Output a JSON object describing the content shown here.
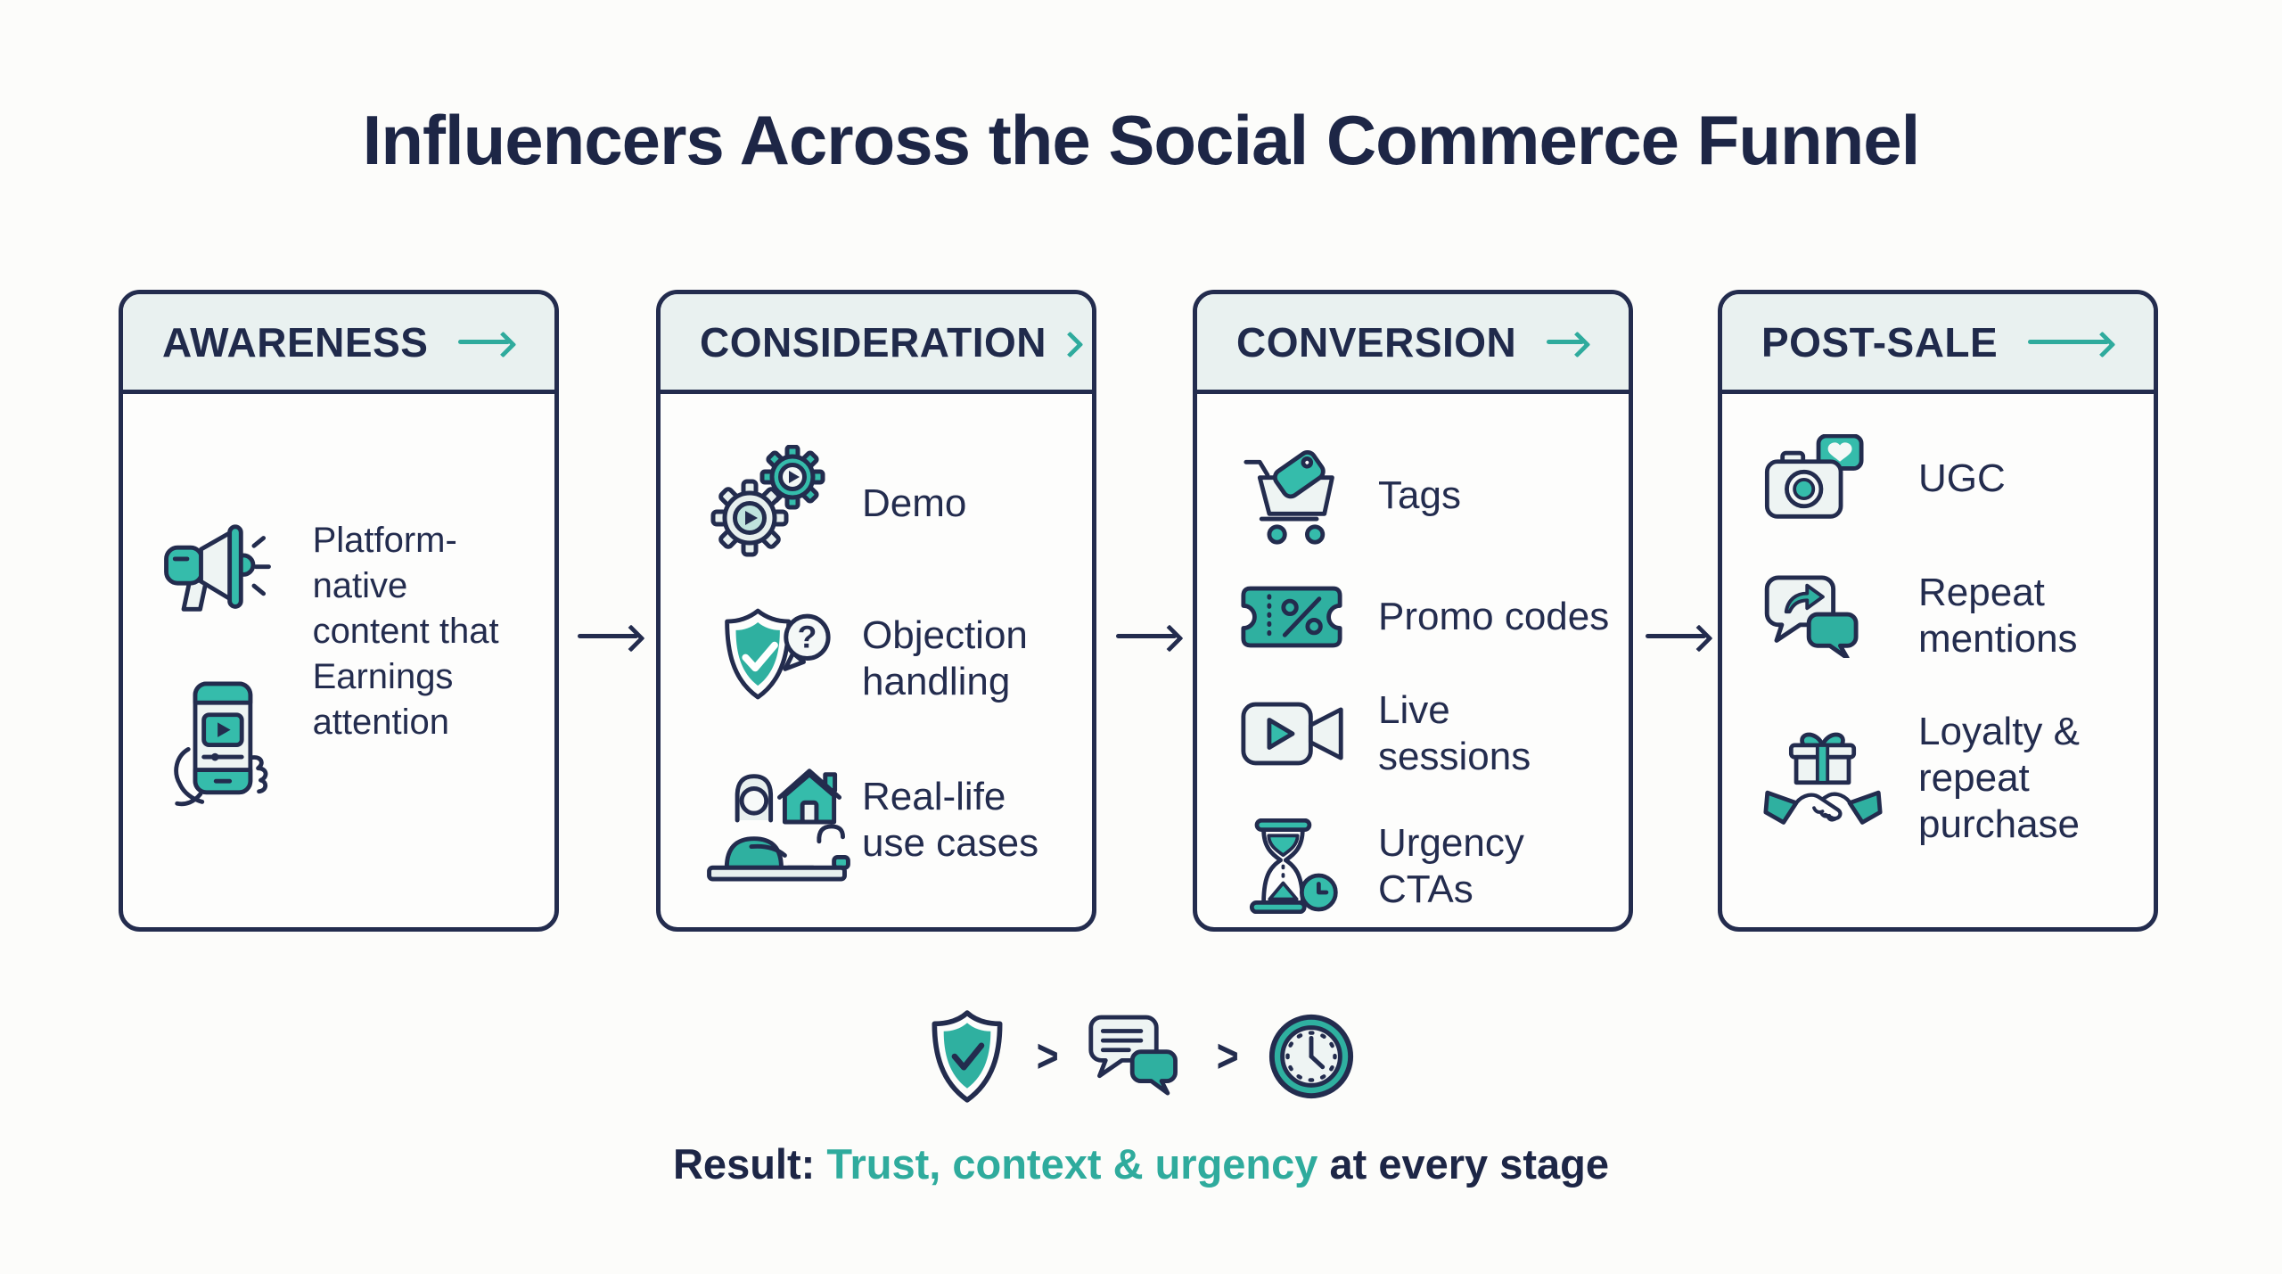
{
  "title": "Influencers Across the Social Commerce Funnel",
  "stages": [
    {
      "label": "AWARENESS",
      "text": "Platform-native content that Earnings attention",
      "items": [
        {
          "icon": "megaphone-icon"
        },
        {
          "icon": "phone-video-icon"
        }
      ]
    },
    {
      "label": "CONSIDERATION",
      "items": [
        {
          "icon": "gears-demo-icon",
          "label": "Demo"
        },
        {
          "icon": "shield-question-icon",
          "label": "Objection handling"
        },
        {
          "icon": "person-house-icon",
          "label": "Real-life use cases"
        }
      ]
    },
    {
      "label": "CONVERSION",
      "items": [
        {
          "icon": "cart-tag-icon",
          "label": "Tags"
        },
        {
          "icon": "ticket-percent-icon",
          "label": "Promo codes"
        },
        {
          "icon": "video-camera-icon",
          "label": "Live sessions"
        },
        {
          "icon": "hourglass-clock-icon",
          "label": "Urgency CTAs"
        }
      ]
    },
    {
      "label": "POST-SALE",
      "items": [
        {
          "icon": "camera-heart-icon",
          "label": "UGC"
        },
        {
          "icon": "chat-share-icon",
          "label": "Repeat mentions"
        },
        {
          "icon": "gift-handshake-icon",
          "label": "Loyalty & repeat purchase"
        }
      ]
    }
  ],
  "footer": {
    "flow_icons": [
      "shield-check-icon",
      "chat-lines-icon",
      "clock-icon"
    ],
    "separator": ">",
    "result": {
      "prefix": "Result:",
      "highlight": "Trust, context & urgency",
      "suffix": "at every stage"
    }
  },
  "colors": {
    "navy": "#232c4e",
    "teal": "#2fab9d",
    "teal_fill": "#35bcab",
    "header_bg": "#e9f1f0",
    "light_fill": "#eef4f3",
    "card_bg": "#fdfdfc",
    "page_bg": "#fcfcfa"
  }
}
